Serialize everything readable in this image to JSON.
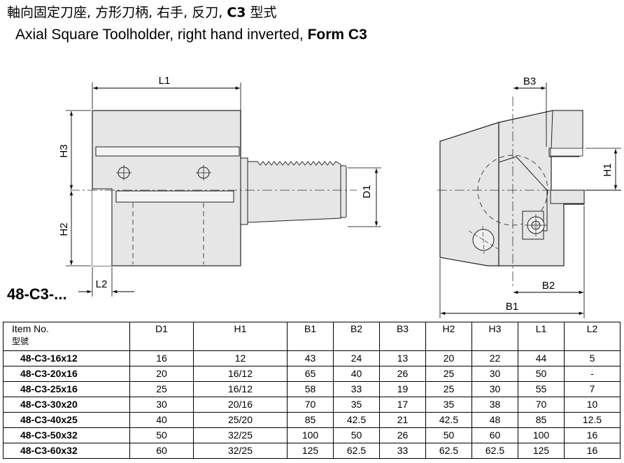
{
  "title": {
    "zh_text": "軸向固定刀座, 方形刀柄, 右手, 反刀, ",
    "zh_bold": "C3",
    "zh_tail": " 型式",
    "en_text": "Axial Square Toolholder, right hand inverted, ",
    "en_bold": "Form C3"
  },
  "model_prefix": "48-C3-...",
  "dimension_labels": {
    "L1": "L1",
    "L2": "L2",
    "H1": "H1",
    "H2": "H2",
    "H3": "H3",
    "D1": "D1",
    "B1": "B1",
    "B2": "B2",
    "B3": "B3"
  },
  "table": {
    "header_item": "Item No.",
    "header_item_zh": "型號",
    "columns": [
      "D1",
      "H1",
      "B1",
      "B2",
      "B3",
      "H2",
      "H3",
      "L1",
      "L2"
    ],
    "rows": [
      [
        "48-C3-16x12",
        "16",
        "12",
        "43",
        "24",
        "13",
        "20",
        "22",
        "44",
        "5"
      ],
      [
        "48-C3-20x16",
        "20",
        "16/12",
        "65",
        "40",
        "26",
        "25",
        "30",
        "50",
        "-"
      ],
      [
        "48-C3-25x16",
        "25",
        "16/12",
        "58",
        "33",
        "19",
        "25",
        "30",
        "55",
        "7"
      ],
      [
        "48-C3-30x20",
        "30",
        "20/16",
        "70",
        "35",
        "17",
        "35",
        "38",
        "70",
        "10"
      ],
      [
        "48-C3-40x25",
        "40",
        "25/20",
        "85",
        "42.5",
        "21",
        "42.5",
        "48",
        "85",
        "12.5"
      ],
      [
        "48-C3-50x32",
        "50",
        "32/25",
        "100",
        "50",
        "26",
        "50",
        "60",
        "100",
        "16"
      ],
      [
        "48-C3-60x32",
        "60",
        "32/25",
        "125",
        "62.5",
        "33",
        "62.5",
        "62.5",
        "125",
        "16"
      ]
    ]
  }
}
